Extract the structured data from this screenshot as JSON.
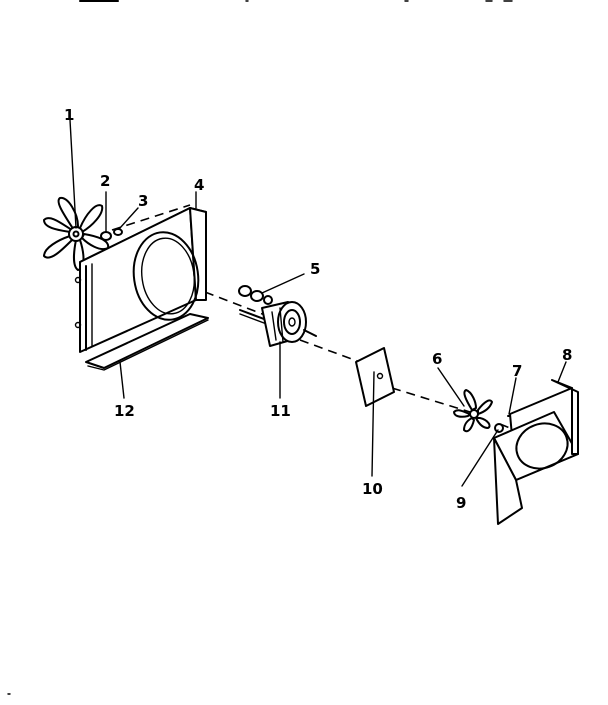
{
  "callouts": {
    "c1": "1",
    "c2": "2",
    "c3": "3",
    "c4": "4",
    "c5": "5",
    "c6": "6",
    "c7": "7",
    "c8": "8",
    "c9": "9",
    "c10": "10",
    "c11": "11",
    "c12": "12"
  },
  "icons": [
    "fan-blade",
    "fan-shroud",
    "motor",
    "mounting-bracket",
    "blower-housing"
  ]
}
